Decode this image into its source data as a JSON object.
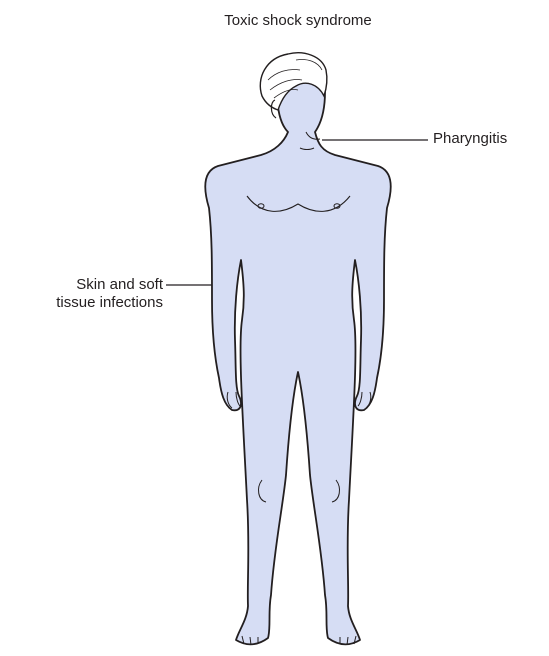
{
  "title": "Toxic shock syndrome",
  "labels": {
    "pharyngitis": "Pharyngitis",
    "skin_line1": "Skin and soft",
    "skin_line2": "tissue infections"
  },
  "colors": {
    "body_fill": "#d6ddf4",
    "outline": "#231f20",
    "hair": "#ffffff"
  }
}
